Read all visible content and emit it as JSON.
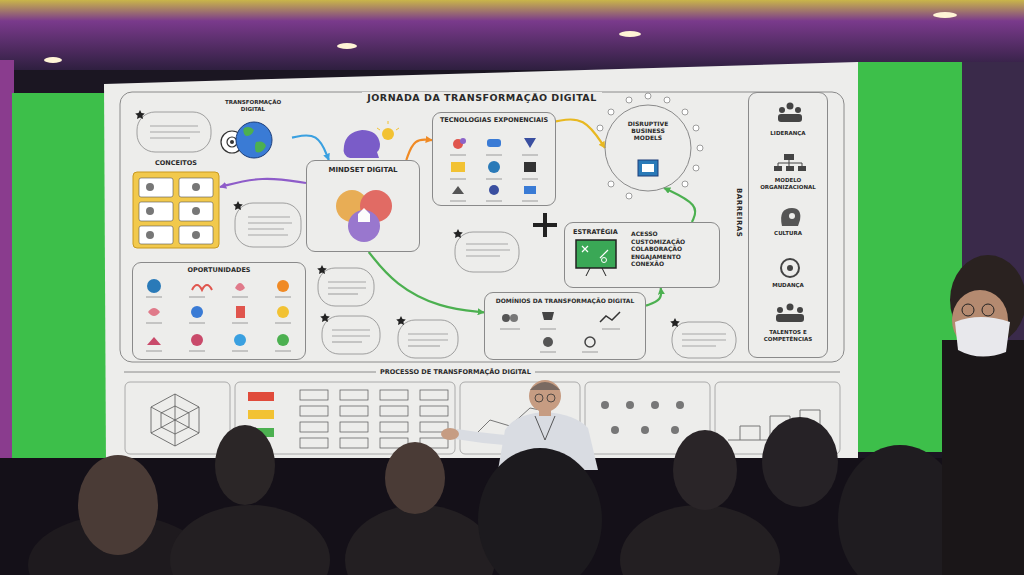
{
  "diagram": {
    "title": "JORNADA DA TRANSFORMAÇÃO DIGITAL",
    "nodes": [
      {
        "text": [
          "TRANSFORMAÇÃO DIGITAL"
        ]
      },
      {
        "text": [
          "MINDSET DIGITAL"
        ]
      },
      {
        "text": [
          "TECNOLOGIAS EXPONENCIAIS"
        ]
      },
      {
        "text": [
          "DISRUPTIVE BUSINESS MODELS"
        ]
      },
      {
        "text": [
          "BARREIRAS"
        ]
      },
      {
        "text": [
          "CONCEITOS"
        ]
      },
      {
        "text": [
          "ESTRATÉGIA",
          "ACESSO",
          "CUSTOMIZAÇÃO",
          "COLABORAÇÃO",
          "ENGAJAMENTO",
          "CONEXÃO"
        ]
      },
      {
        "text": [
          "OPORTUNIDADES"
        ]
      },
      {
        "text": [
          "DOMÍNIOS DA TRANSFORMAÇÃO DIGITAL"
        ]
      },
      {
        "text": [
          "PROCESSO DE TRANSFORMAÇÃO DIGITAL"
        ]
      }
    ],
    "edges": [
      {
        "from": 0,
        "to": 1,
        "arrow": "to"
      },
      {
        "from": 1,
        "to": 2,
        "arrow": "to"
      },
      {
        "from": 1,
        "to": 5,
        "arrow": "to"
      },
      {
        "from": 2,
        "to": 3,
        "arrow": "to"
      },
      {
        "from": 1,
        "to": 8,
        "arrow": "to"
      },
      {
        "from": 8,
        "to": 6,
        "arrow": "to"
      },
      {
        "from": 6,
        "to": 3,
        "arrow": "to"
      }
    ],
    "labels": [
      "LIDERANÇA",
      "MODELO ORGANIZACIONAL",
      "CULTURA",
      "MUDANÇA",
      "TALENTOS E COMPETÊNCIAS"
    ]
  }
}
